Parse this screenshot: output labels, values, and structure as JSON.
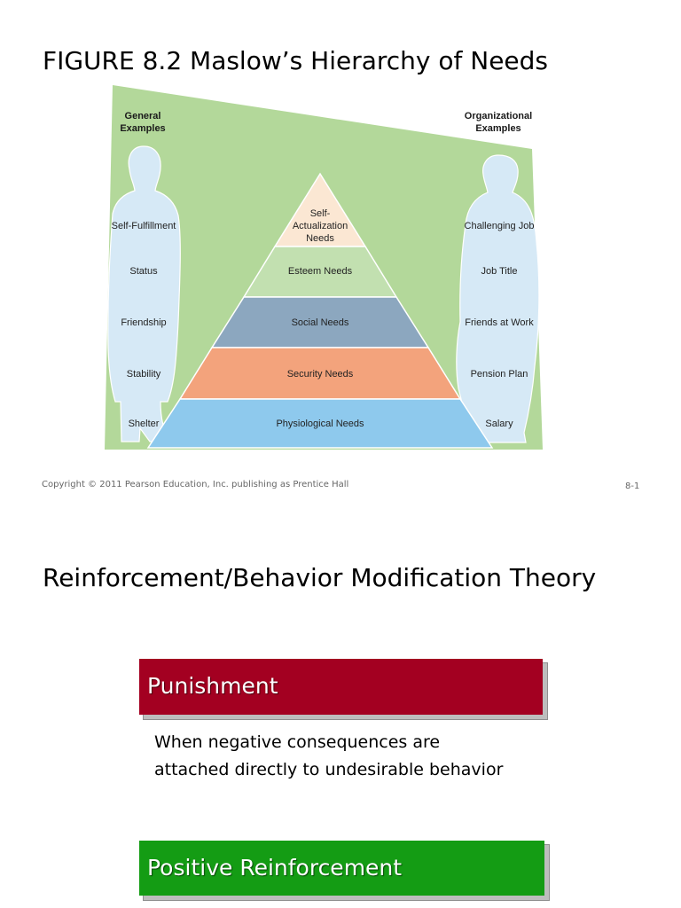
{
  "slide1": {
    "title": "FIGURE 8.2 Maslow’s Hierarchy of Needs",
    "figure": {
      "left_header": [
        "General",
        "Examples"
      ],
      "right_header": [
        "Organizational",
        "Examples"
      ],
      "general_examples": [
        "Self-Fulfillment",
        "Status",
        "Friendship",
        "Stability",
        "Shelter"
      ],
      "organizational_examples": [
        "Challenging Job",
        "Job Title",
        "Friends at Work",
        "Pension Plan",
        "Salary"
      ],
      "levels": [
        {
          "lines": [
            "Self-",
            "Actualization",
            "Needs"
          ],
          "color": "#fbe7d3"
        },
        {
          "lines": [
            "Esteem Needs"
          ],
          "color": "#c2e0b0"
        },
        {
          "lines": [
            "Social Needs"
          ],
          "color": "#8ca7bf"
        },
        {
          "lines": [
            "Security Needs"
          ],
          "color": "#f3a37c"
        },
        {
          "lines": [
            "Physiological Needs"
          ],
          "color": "#8ec9ed"
        }
      ],
      "colors": {
        "background": "#b3d89a",
        "silhouette": "#d6e9f6"
      }
    },
    "footer": {
      "copyright": "Copyright © 2011 Pearson Education, Inc. publishing as Prentice Hall",
      "page_number": "8-1"
    }
  },
  "slide2": {
    "title": "Reinforcement/Behavior Modification Theory",
    "punishment": {
      "label": "Punishment",
      "description_lines": [
        "When negative consequences are",
        "attached directly to undesirable behavior"
      ],
      "color": "#a30021"
    },
    "positive_reinforcement": {
      "label": "Positive Reinforcement",
      "color": "#149c14"
    }
  }
}
